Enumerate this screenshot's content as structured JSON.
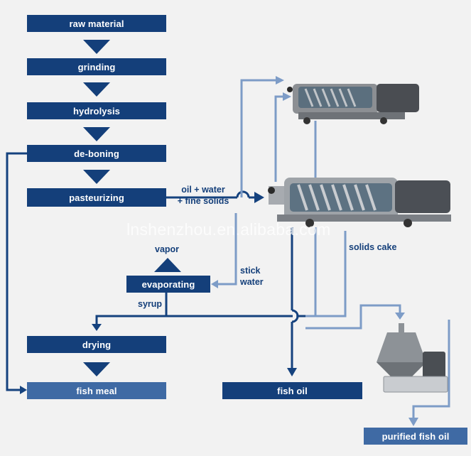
{
  "process": {
    "steps": [
      "raw material",
      "grinding",
      "hydrolysis",
      "de-boning",
      "pasteurizing",
      "drying"
    ],
    "evaporating": "evaporating",
    "vapor": "vapor",
    "syrup": "syrup"
  },
  "outputs": {
    "fish_meal": "fish meal",
    "fish_oil": "fish oil",
    "purified_fish_oil": "purified fish oil"
  },
  "flow_labels": {
    "oil_water_line1": "oil + water",
    "oil_water_line2": "+ fine solids",
    "stick_water_line1": "stick",
    "stick_water_line2": "water",
    "solids_cake": "solids cake"
  },
  "equipment": [
    "tricanter",
    "decanter centrifuge",
    "disc separator"
  ],
  "watermark": "lnshenzhou.en.alibaba.com",
  "colors": {
    "dark_box": "#143f7a",
    "light_box": "#3f6aa4",
    "line_dark": "#15427e",
    "line_light": "#7d9cc7"
  }
}
